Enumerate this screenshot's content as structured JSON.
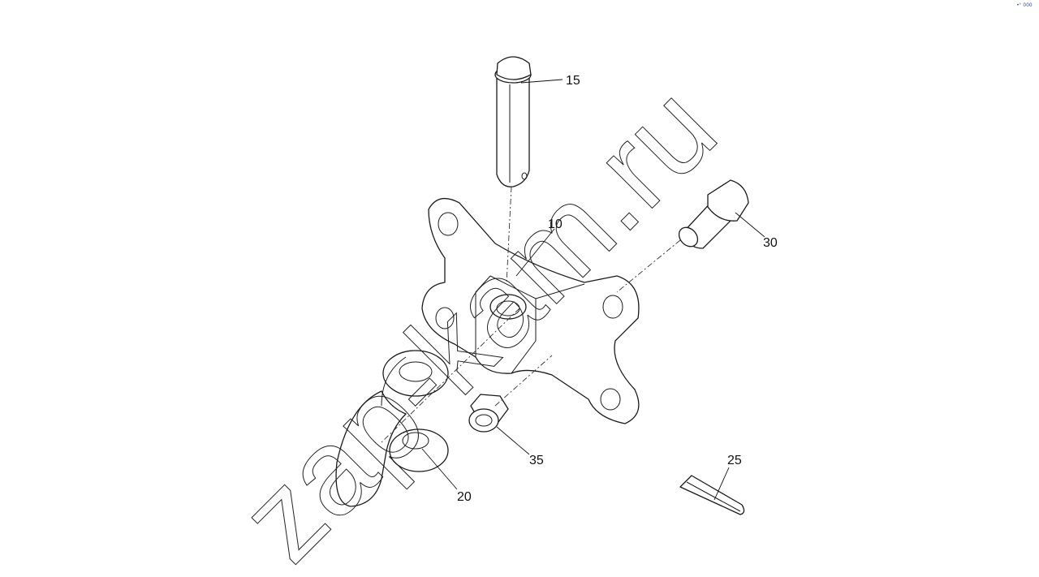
{
  "watermark": "zap-kam.ru",
  "corner_mark": "•° 000",
  "callouts": [
    {
      "id": "p15",
      "label": "15"
    },
    {
      "id": "p10",
      "label": "10"
    },
    {
      "id": "p30",
      "label": "30"
    },
    {
      "id": "p35",
      "label": "35"
    },
    {
      "id": "p25",
      "label": "25"
    },
    {
      "id": "p20",
      "label": "20"
    }
  ],
  "colors": {
    "line": "#1a1a1a",
    "background": "#ffffff",
    "corner_mark": "#1a3f8f"
  }
}
